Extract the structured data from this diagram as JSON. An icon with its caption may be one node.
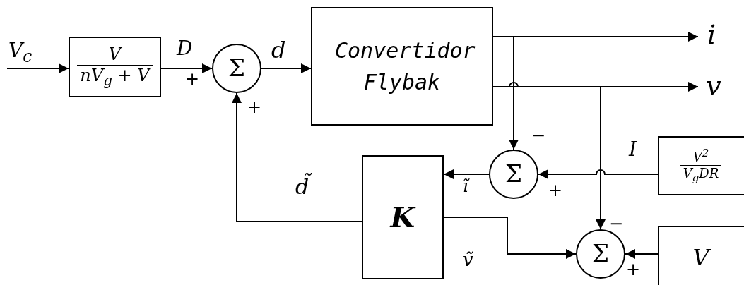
{
  "diagram": {
    "nodes": [
      {
        "text": [
          "V",
          "nV$_{g}$ + V"
        ]
      },
      {
        "text": [
          "Σ"
        ]
      },
      {
        "text": [
          "Convertidor Flybak"
        ]
      },
      {
        "text": [
          "Σ"
        ]
      },
      {
        "text": [
          "V$^{2}$",
          "V$_{g}$DR"
        ]
      },
      {
        "text": [
          "K"
        ]
      },
      {
        "text": [
          "Σ"
        ]
      },
      {
        "text": [
          "V"
        ]
      },
      {
        "text": [
          "i"
        ]
      },
      {
        "text": [
          "v"
        ]
      }
    ],
    "edges": [
      {
        "from": null,
        "to": 0,
        "arrow": "to",
        "label": "V$_{c}$"
      },
      {
        "from": 0,
        "to": 1,
        "arrow": "to",
        "label": "D"
      },
      {
        "from": 1,
        "to": 2,
        "arrow": "to",
        "label": "d"
      },
      {
        "from": 2,
        "to": 8,
        "arrow": "to"
      },
      {
        "from": 2,
        "to": 9,
        "arrow": "to"
      },
      {
        "from": 2,
        "to": 3,
        "arrow": "to"
      },
      {
        "from": 2,
        "to": 6,
        "arrow": "to"
      },
      {
        "from": 4,
        "to": 3,
        "arrow": "to",
        "label": "I"
      },
      {
        "from": 3,
        "to": 5,
        "arrow": "to",
        "label": "ĩ"
      },
      {
        "from": 5,
        "to": 1,
        "arrow": "to",
        "label": "d̃"
      },
      {
        "from": 5,
        "to": 6,
        "arrow": "to",
        "label": "ṽ"
      },
      {
        "from": 7,
        "to": 6,
        "arrow": "to"
      }
    ],
    "labels": [
      "+",
      "+",
      "−",
      "+",
      "−",
      "+"
    ]
  }
}
